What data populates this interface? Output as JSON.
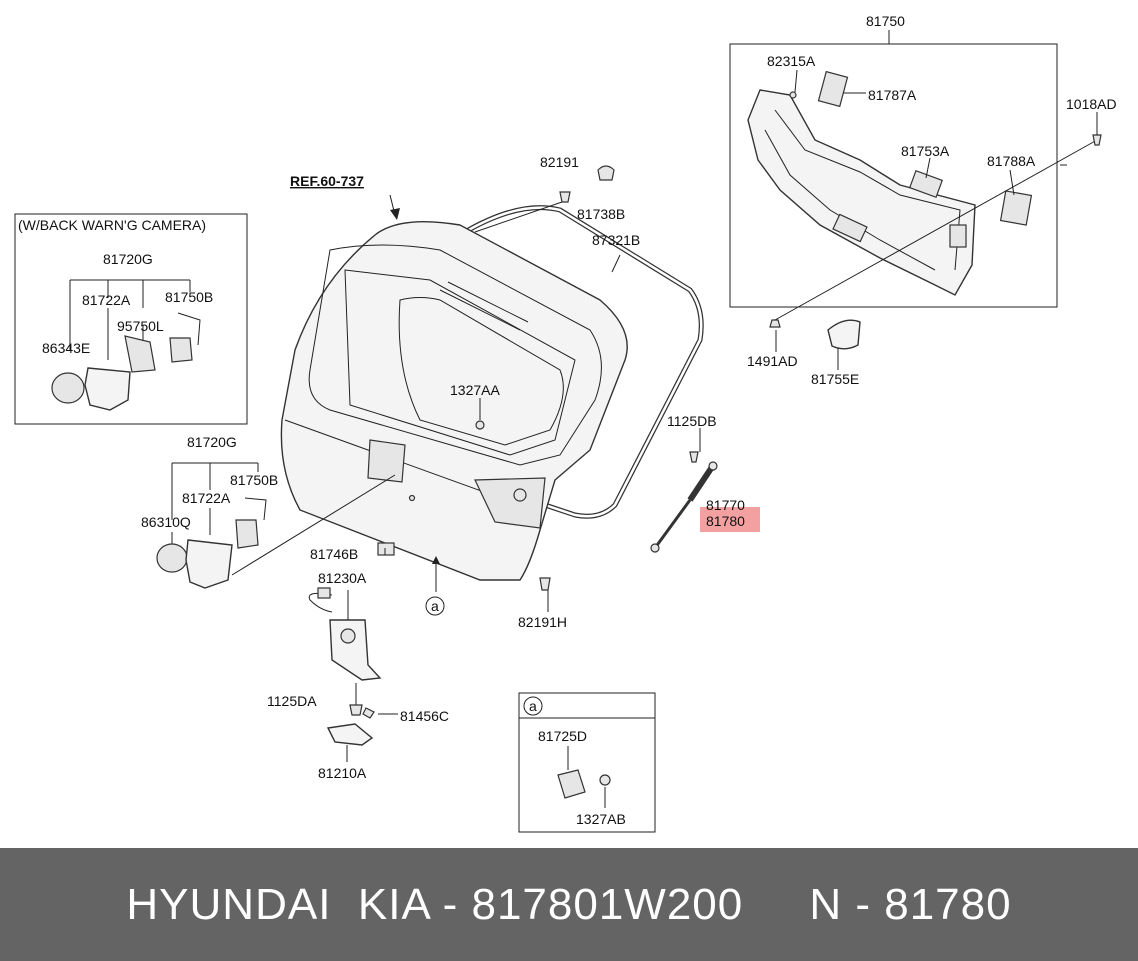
{
  "diagram": {
    "ref_label": "REF.60-737",
    "inset_camera_title": "(W/BACK WARN'G CAMERA)",
    "inset_a_marker": "a",
    "center_marker": "a",
    "highlight_color": "#f2a0a0",
    "labels": {
      "p81750": "81750",
      "p82315A": "82315A",
      "p81787A": "81787A",
      "p1018AD": "1018AD",
      "p81753A": "81753A",
      "p81788A": "81788A",
      "p1491AD": "1491AD",
      "p81755E": "81755E",
      "p82191": "82191",
      "p81738B": "81738B",
      "p87321B": "87321B",
      "p1327AA": "1327AA",
      "p1125DB": "1125DB",
      "p81770": "81770",
      "p81780": "81780",
      "p82191H": "82191H",
      "p81746B": "81746B",
      "p81230A": "81230A",
      "p1125DA": "1125DA",
      "p81456C": "81456C",
      "p81210A": "81210A",
      "p81725D": "81725D",
      "p1327AB": "1327AB",
      "in_81720G": "81720G",
      "in_81722A": "81722A",
      "in_81750B": "81750B",
      "in_95750L": "95750L",
      "in_86343E": "86343E",
      "m_81720G": "81720G",
      "m_81722A": "81722A",
      "m_81750B": "81750B",
      "m_86310Q": "86310Q"
    }
  },
  "footer": {
    "text": "HYUNDAI  KIA - 817801W200     N - 81780",
    "background": "#646464"
  }
}
